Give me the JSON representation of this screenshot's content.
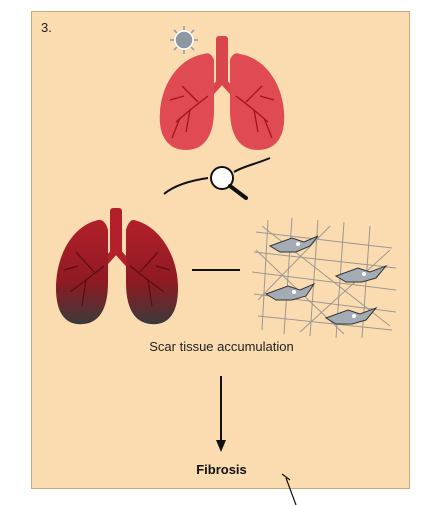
{
  "step_number": "3.",
  "caption": "Scar tissue accumulation",
  "result_label": "Fibrosis",
  "colors": {
    "panel_bg": "#fbdcb1",
    "lung_red": "#c8242f",
    "lung_dark": "#7a1a1f",
    "fibroblast": "#9aa3ad"
  },
  "icons": [
    "virus-icon",
    "magnifier-icon",
    "healthy-lungs",
    "scarred-lungs",
    "fibroblast-mesh"
  ]
}
